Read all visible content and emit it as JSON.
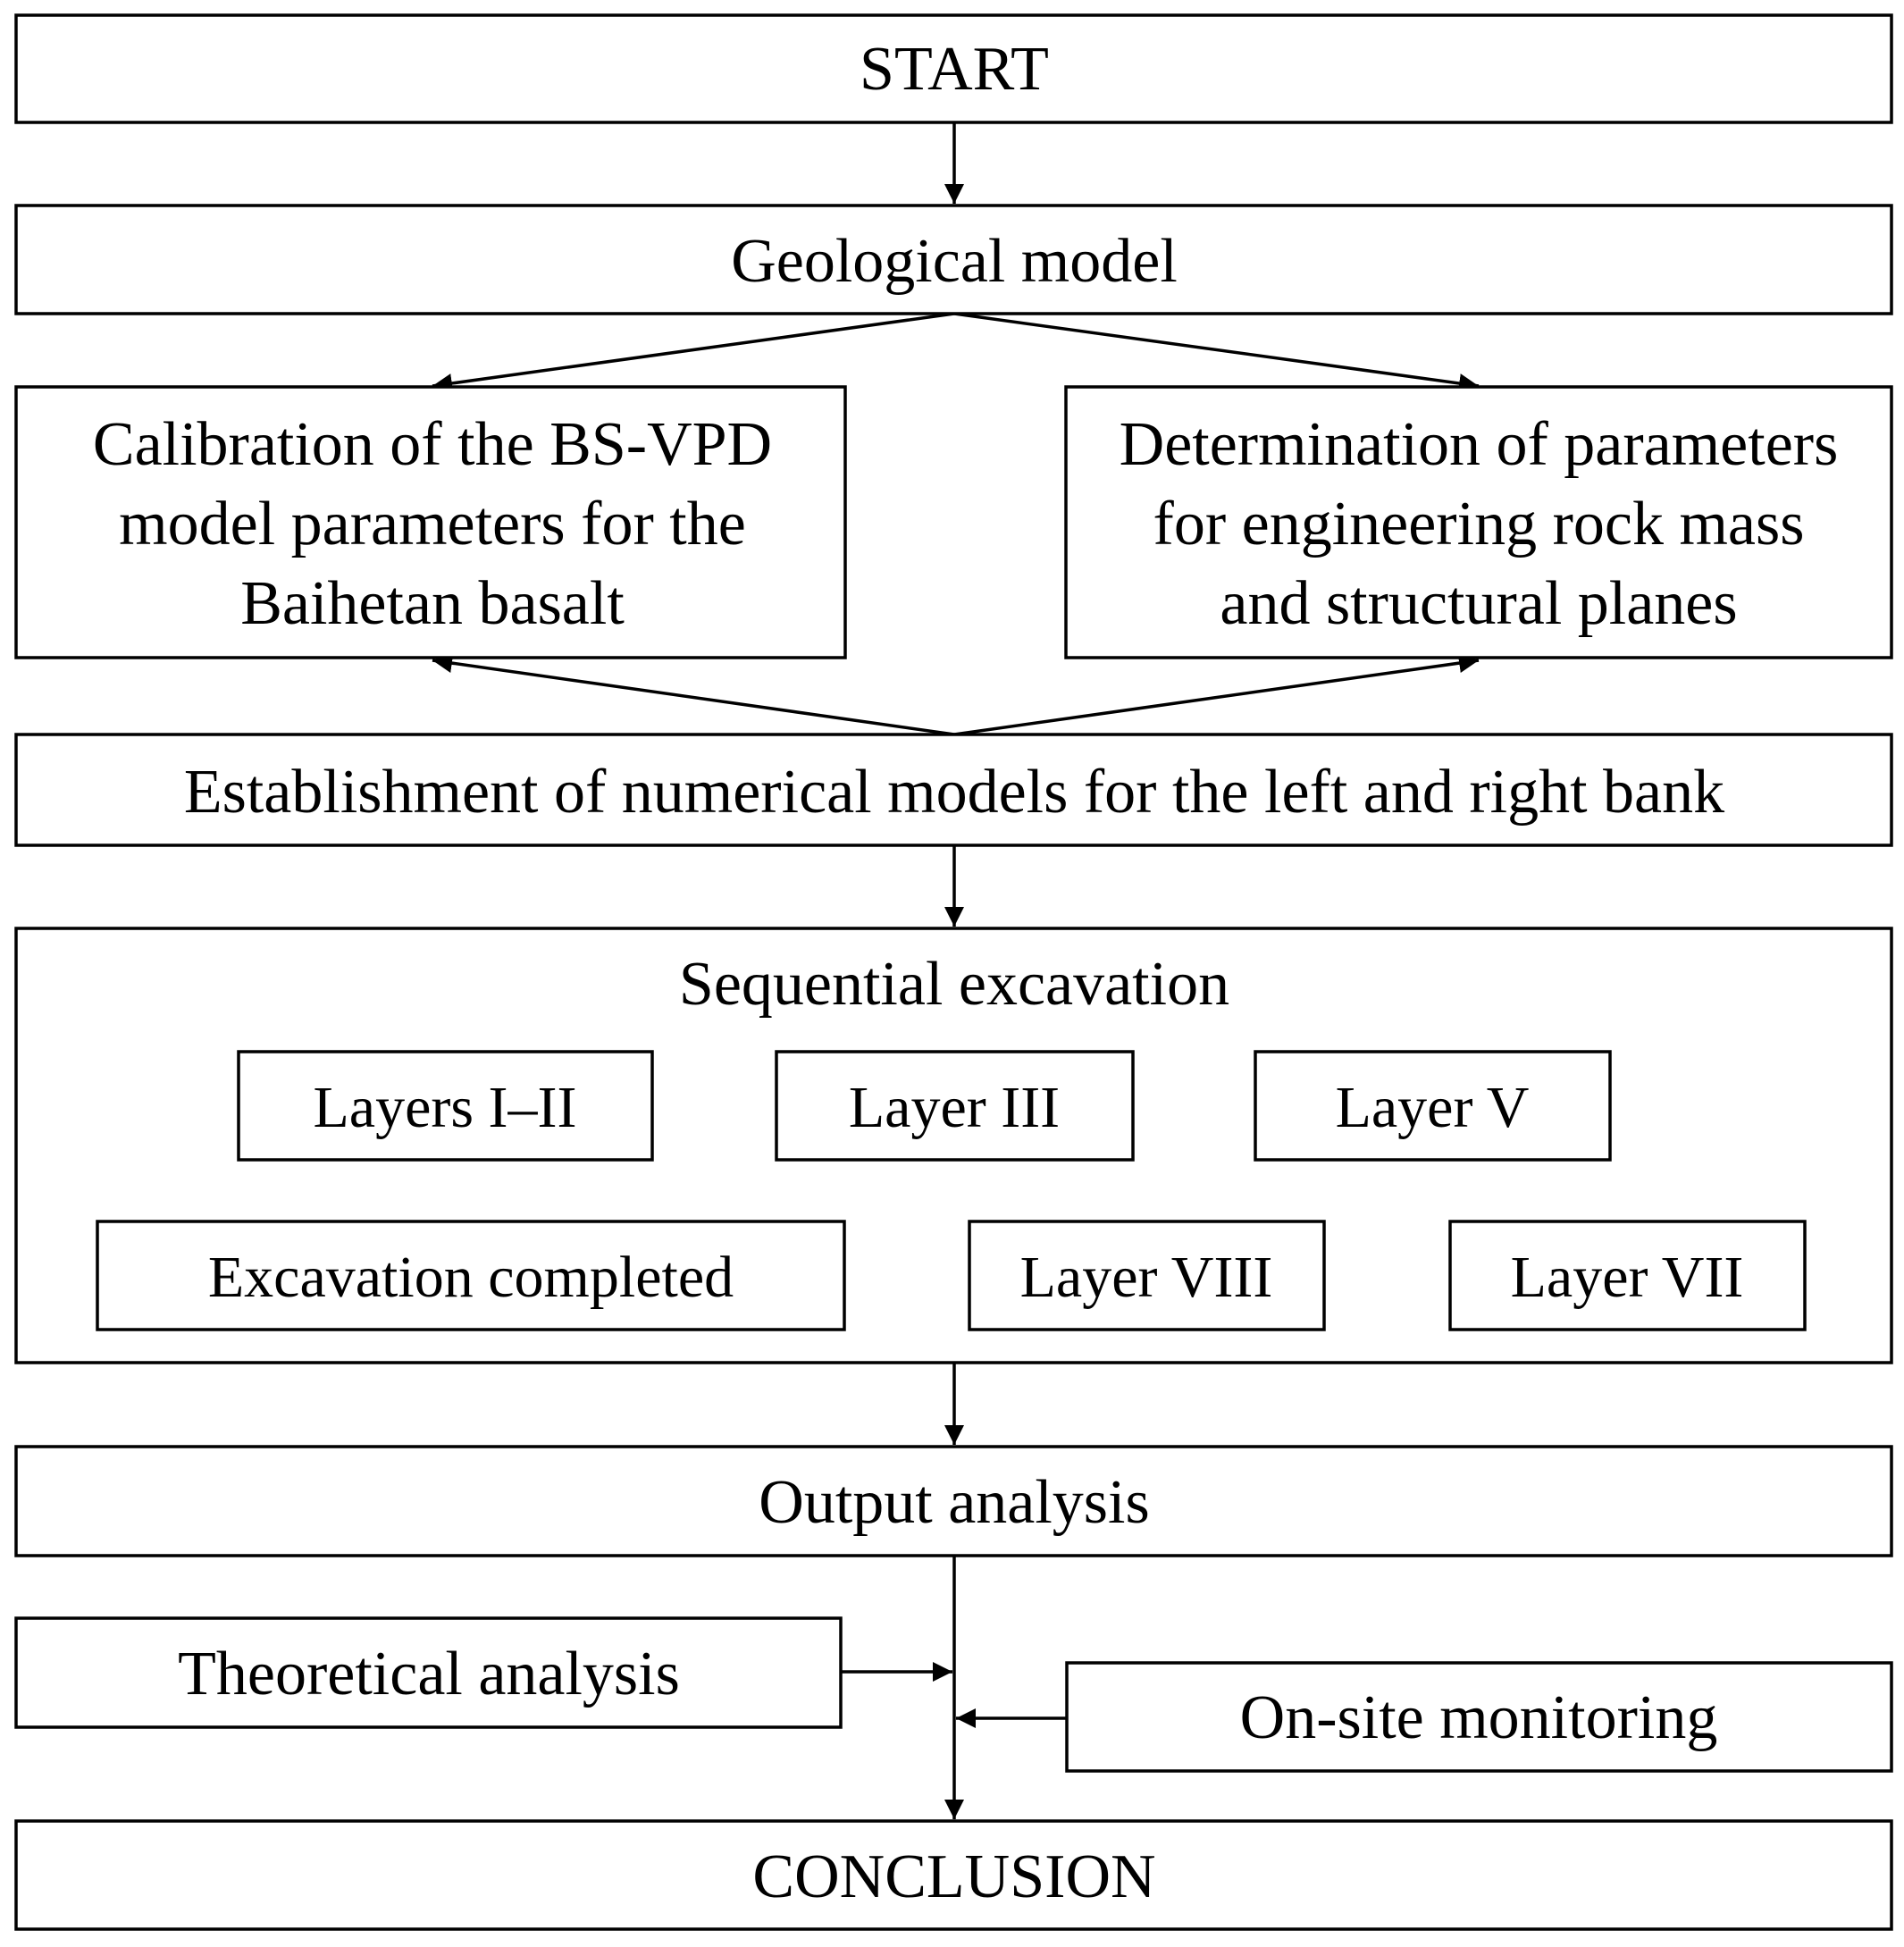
{
  "nodes": {
    "start": "START",
    "geological_model": "Geological model",
    "calibration": [
      "Calibration of the BS-VPD",
      "model parameters for the",
      "Baihetan basalt"
    ],
    "determination": [
      "Determination of parameters",
      "for engineering rock mass",
      "and structural planes"
    ],
    "establishment": "Establishment of numerical models for the left and right bank",
    "sequential_excavation": {
      "title": "Sequential excavation",
      "layers_1_2": "Layers I–II",
      "layer_3": "Layer III",
      "layer_5": "Layer V",
      "layer_7": "Layer VII",
      "layer_8": "Layer VIII",
      "completed": "Excavation completed"
    },
    "output_analysis": "Output analysis",
    "theoretical_analysis": "Theoretical analysis",
    "on_site_monitoring": "On-site monitoring",
    "conclusion": "CONCLUSION"
  },
  "colors": {
    "stroke": "#000000",
    "fill": "#ffffff",
    "text": "#000000"
  }
}
